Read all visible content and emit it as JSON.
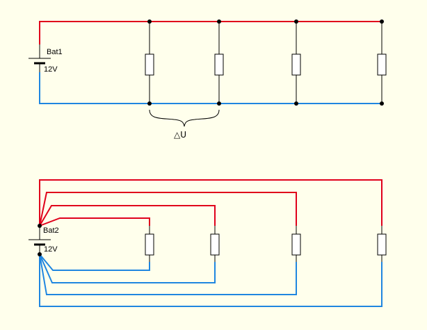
{
  "colors": {
    "background": "#FFFFEC",
    "positive_wire": "#E0001B",
    "negative_wire": "#1F86E0",
    "component": "#000000",
    "resistor_fill": "#FFFFFF"
  },
  "circuit_top": {
    "battery_name": "Bat1",
    "battery_voltage": "12V",
    "voltage_drop_label": "△U"
  },
  "circuit_bottom": {
    "battery_name": "Bat2",
    "battery_voltage": "12V"
  }
}
